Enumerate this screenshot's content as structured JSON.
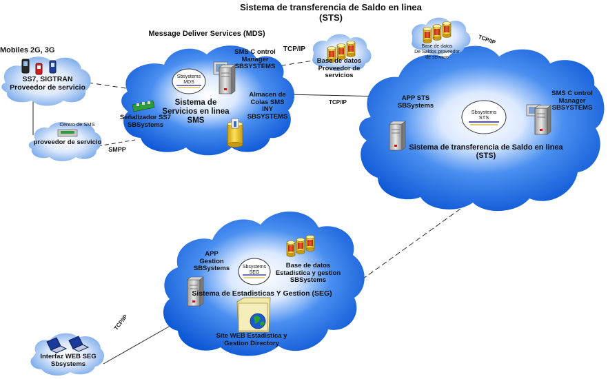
{
  "title": "Sistema de transferencia de Saldo en linea (STS)",
  "links": {
    "tcpip": "TCP/IP",
    "smpp": "SMPP"
  },
  "mobile": {
    "header": "Mobiles 2G, 3G",
    "label": "SS7, SIGTRAN\nProveedor de servicio"
  },
  "sms_center": {
    "label1": "Centro de  SMS",
    "label2": "proveedor de servicio"
  },
  "mds": {
    "header": "Message Deliver Services (MDS)",
    "badge": "Sbsystems\nMDS",
    "smsc_manager": "SMS C ontrol\nManager\nSBSYSTEMS",
    "sms_system": "Sistema de\nServicios en linea\nSMS",
    "queue": "Almacen de\nColas  SMS\nINY\nSBSYSTEMS",
    "ss7": "Señalizador SS7\nSBSystems"
  },
  "provider_db": {
    "label": "Base de datos\nProveedor de\nservicios"
  },
  "sts": {
    "db_label": "Base de datos\nDe Saldos proveedor\nde servicio",
    "app": "APP STS\nSBSystems",
    "badge": "Sbsystems\nSTS",
    "smsc_manager": "SMS C ontrol\nManager\nSBSYSTEMS",
    "name": "Sistema de transferencia de Saldo en linea\n(STS)"
  },
  "seg": {
    "app": "APP\nGestion\nSBSystems",
    "badge": "Sbsystems\nSEG",
    "db": "Base de datos\nEstadistica y gestion\nSBSystems",
    "name": "Sistema de Estadisticas Y Gestion (SEG)",
    "web": "Site WEB Estadistica y\nGestion Directory"
  },
  "web_client": {
    "label": "Interfaz WEB SEG\nSbsystems"
  },
  "colors": {
    "cloud_dark": "#0a5ad8",
    "cloud_mid": "#3d86ee",
    "cloud_light": "#ffffff",
    "badge_line": "#1a1a8c",
    "badge_line2": "#c8a400",
    "db_yellow": "#f5d21a",
    "db_red": "#d23a1a"
  }
}
